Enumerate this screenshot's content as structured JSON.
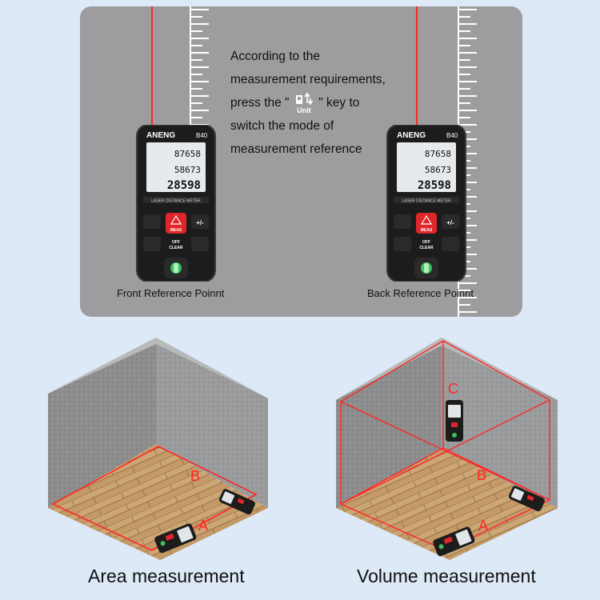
{
  "instructions": {
    "line1": "According to the",
    "line2": "measurement requirements,",
    "line3_before": "press the \"",
    "line3_after": "\" key to",
    "key_label": "Unit",
    "line4": "switch the mode of",
    "line5": "measurement reference"
  },
  "captions": {
    "front": "Front Reference Poinnt",
    "back": "Back Reference Poinnt",
    "area": "Area measurement",
    "volume": "Volume measurement"
  },
  "device": {
    "brand": "ANENG",
    "model": "B40",
    "readings": [
      "87658",
      "58673",
      "28598"
    ],
    "band_text": "LASER DISTANCE METER",
    "meas_label": "MEAS",
    "clear_label_1": "OFF",
    "clear_label_2": "CLEAR",
    "plus_minus": "+/-"
  },
  "labels": {
    "area_a": "A",
    "area_b": "B",
    "vol_a": "A",
    "vol_b": "B",
    "vol_c": "C"
  },
  "colors": {
    "background": "#dde9f7",
    "panel": "#9d9d9f",
    "laser": "#ff2626",
    "device_body": "#1c1c1c",
    "device_accent": "#e0262b",
    "floor_wood": "#c49a66",
    "wall": "#8f8f8f"
  }
}
